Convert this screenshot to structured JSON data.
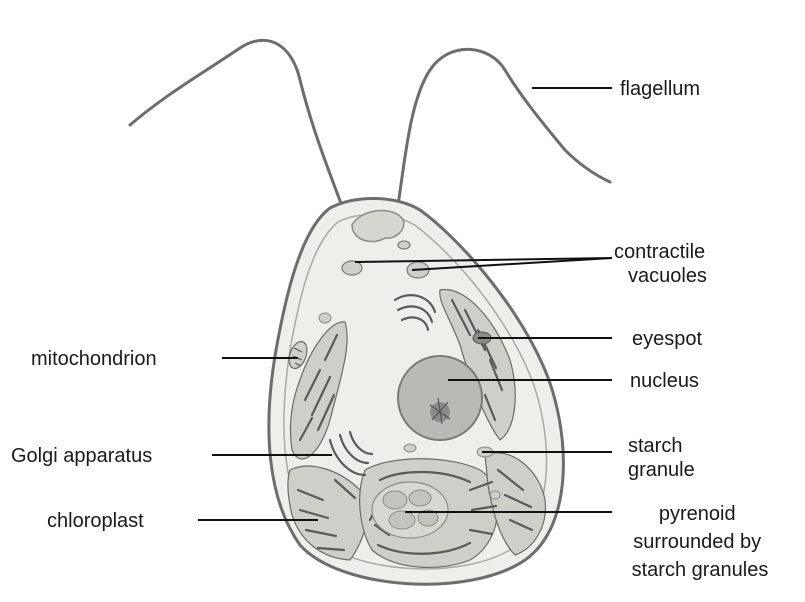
{
  "labels": {
    "flagellum": "flagellum",
    "contractile": [
      "contractile",
      "vacuoles"
    ],
    "eyespot": "eyespot",
    "nucleus": "nucleus",
    "starch": [
      "starch",
      "granule"
    ],
    "pyrenoid": [
      "pyrenoid",
      "surrounded by",
      "starch granules"
    ],
    "mitochondrion": "mitochondrion",
    "golgi": "Golgi apparatus",
    "chloroplast": "chloroplast"
  },
  "colors": {
    "cell_fill": "#eeeeea",
    "cell_outline": "#6d6d6d",
    "nucleus_fill": "#b9b9b5",
    "chloroplast_fill": "#cfcfca",
    "organelle_dark": "#5a5a5a",
    "line": "#111111",
    "text": "#1a1a1a"
  }
}
